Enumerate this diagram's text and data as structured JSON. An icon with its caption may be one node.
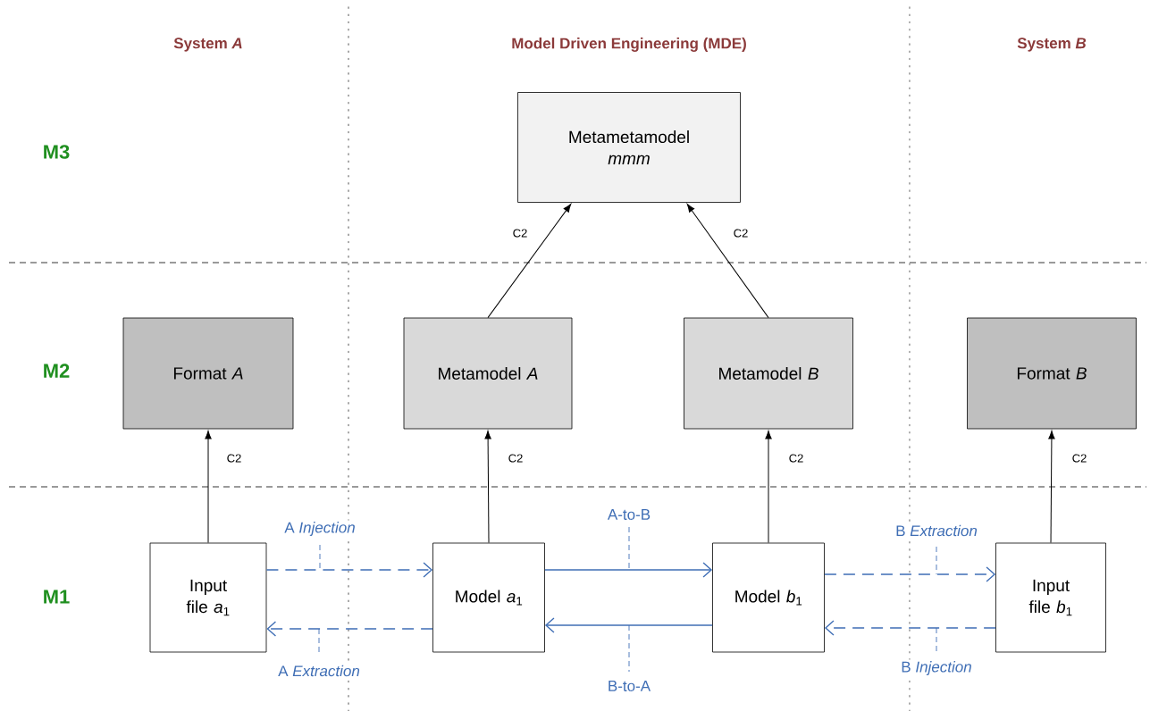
{
  "diagram": {
    "nodes": [
      {
        "text": [
          "Metametamodel *mmm*"
        ]
      },
      {
        "text": [
          "Format *A*"
        ]
      },
      {
        "text": [
          "Metamodel *A*"
        ]
      },
      {
        "text": [
          "Metamodel *B*"
        ]
      },
      {
        "text": [
          "Format *B*"
        ]
      },
      {
        "text": [
          "Input file *a*$_{1}$"
        ]
      },
      {
        "text": [
          "Model *a*$_{1}$"
        ]
      },
      {
        "text": [
          "Model *b*$_{1}$"
        ]
      },
      {
        "text": [
          "Input file *b*$_{1}$"
        ]
      }
    ],
    "edges": [
      {
        "from": 2,
        "to": 0,
        "arrow": "to",
        "label": "C2"
      },
      {
        "from": 3,
        "to": 0,
        "arrow": "to",
        "label": "C2"
      },
      {
        "from": 5,
        "to": 1,
        "arrow": "to",
        "label": "C2"
      },
      {
        "from": 6,
        "to": 2,
        "arrow": "to",
        "label": "C2"
      },
      {
        "from": 7,
        "to": 3,
        "arrow": "to",
        "label": "C2"
      },
      {
        "from": 8,
        "to": 4,
        "arrow": "to",
        "label": "C2"
      },
      {
        "from": 5,
        "to": 6,
        "arrow": "to",
        "label": "A *Injection*",
        "style": "dashed",
        "color": "#3f6eb5"
      },
      {
        "from": 6,
        "to": 5,
        "arrow": "to",
        "label": "A *Extraction*",
        "style": "dashed",
        "color": "#3f6eb5"
      },
      {
        "from": 6,
        "to": 7,
        "arrow": "to",
        "label": "A-to-B",
        "color": "#3f6eb5"
      },
      {
        "from": 7,
        "to": 6,
        "arrow": "to",
        "label": "B-to-A",
        "color": "#3f6eb5"
      },
      {
        "from": 7,
        "to": 8,
        "arrow": "to",
        "label": "B *Extraction*",
        "style": "dashed",
        "color": "#3f6eb5"
      },
      {
        "from": 8,
        "to": 7,
        "arrow": "to",
        "label": "B *Injection*",
        "style": "dashed",
        "color": "#3f6eb5"
      }
    ],
    "labels": [
      "System *A*",
      "Model Driven Engineering (MDE)",
      "System *B*",
      "M3",
      "M2",
      "M1"
    ]
  }
}
